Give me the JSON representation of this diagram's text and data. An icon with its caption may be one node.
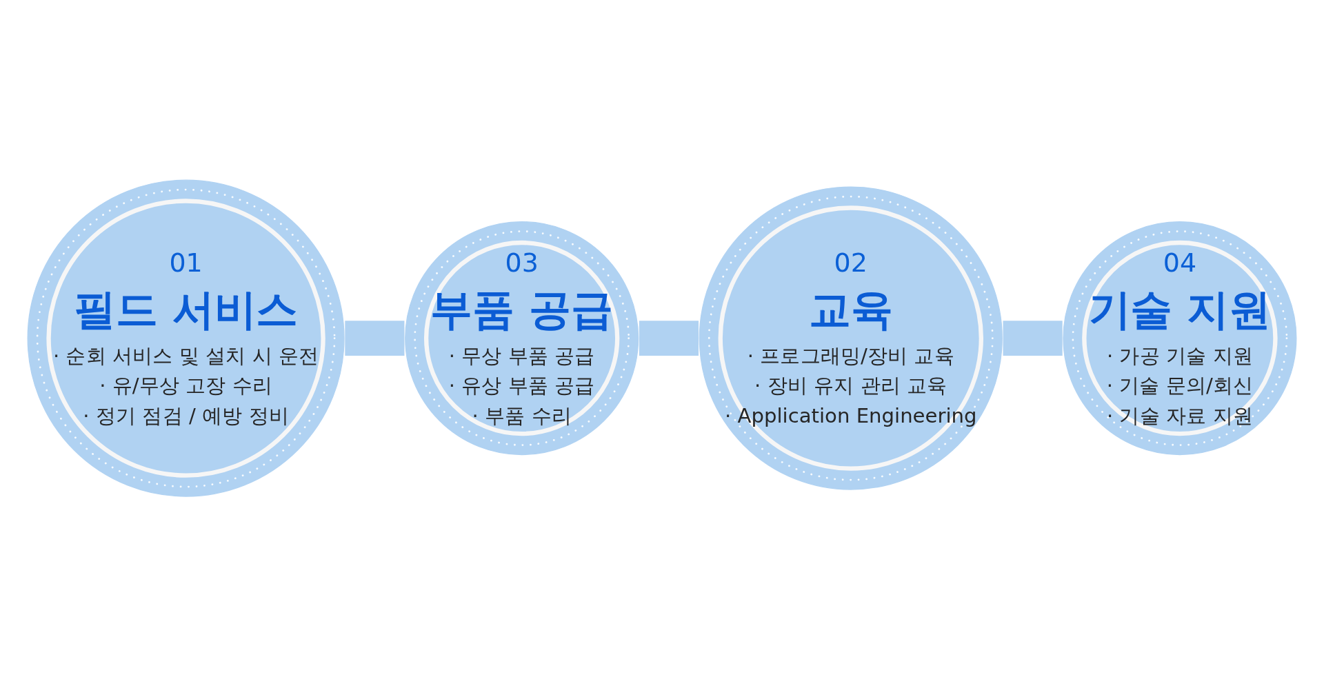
{
  "diagram": {
    "nodes": [
      {
        "text": [
          "01",
          "필드 서비스",
          "· 순회 서비스 및 설치 시 운전",
          "· 유/무상 고장 수리",
          "· 정기 점검 / 예방 정비"
        ]
      },
      {
        "text": [
          "02",
          "교육",
          "· 프로그래밍/장비 교육",
          "· 장비 유지 관리 교육",
          "· Application Engineering"
        ]
      },
      {
        "text": [
          "03",
          "부품 공급",
          "· 무상 부품 공급",
          "· 유상 부품 공급",
          "· 부품 수리"
        ]
      },
      {
        "text": [
          "04",
          "기술 지원",
          "· 가공 기술 지원",
          "· 기술 문의/회신",
          "· 기술 자료 지원"
        ]
      }
    ],
    "edges": [
      {
        "from": 0,
        "to": 2,
        "arrow": "none"
      },
      {
        "from": 2,
        "to": 1,
        "arrow": "none"
      },
      {
        "from": 1,
        "to": 3,
        "arrow": "none"
      }
    ]
  }
}
